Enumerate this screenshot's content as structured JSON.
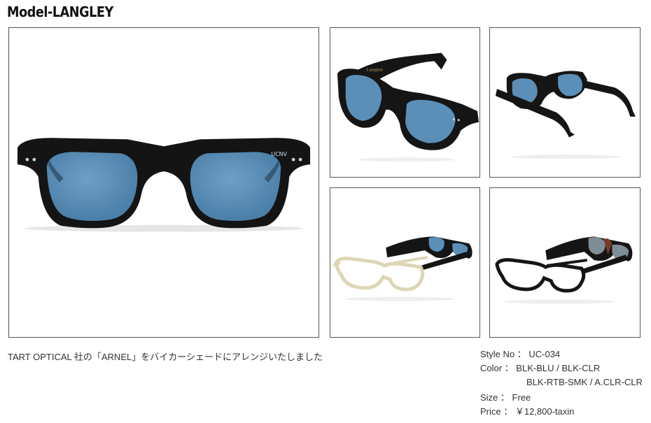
{
  "title": "Model-LANGLEY",
  "images": [
    {
      "name": "front-view",
      "brand_mark": "UCNV"
    },
    {
      "name": "angle-view",
      "brand_mark": "Langley"
    },
    {
      "name": "rear-angle-view"
    },
    {
      "name": "clear-and-blue-pair"
    },
    {
      "name": "black-clear-and-smoke-pair"
    }
  ],
  "description": "TART OPTICAL 社の「ARNEL」をバイカーシェードにアレンジいたしました",
  "specs": {
    "style": "Style No ： UC-034",
    "color_line1": "Color ： BLK-BLU / BLK-CLR",
    "color_line2": "BLK-RTB-SMK / A.CLR-CLR",
    "size": "Size ： Free",
    "price": "Price ： ￥12,800-taxin"
  },
  "colors": {
    "frame_black": "#161616",
    "lens_blue": "#5b8fb8",
    "clear_frame": "#e8e2c6",
    "smoke_lens": "#7e8e96",
    "tortoise": "#7a3a2a"
  }
}
